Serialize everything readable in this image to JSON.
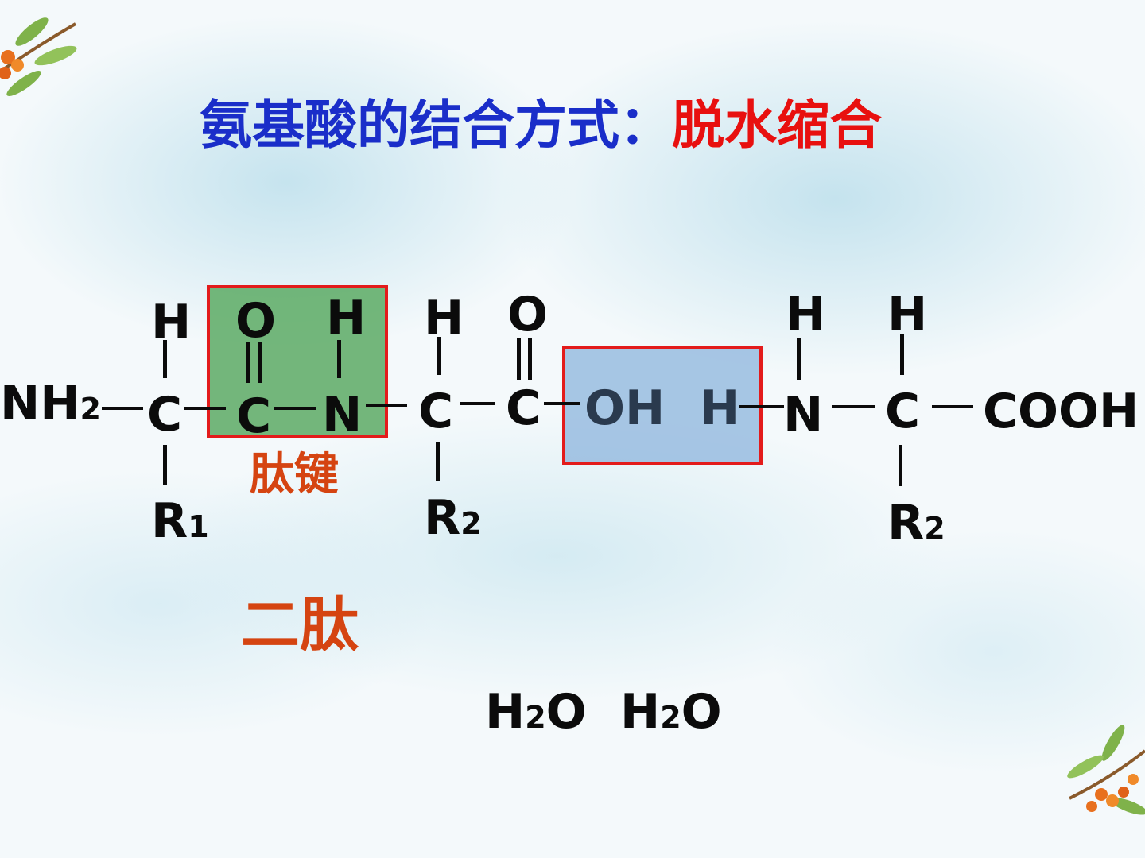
{
  "title": {
    "part1": "氨基酸的结合方式：",
    "part2": "脱水缩合"
  },
  "molecule": {
    "nh2": "NH",
    "nh2_sub": "2",
    "h1": "H",
    "c1": "C",
    "r1": "R",
    "r1_sub": "1",
    "o1": "O",
    "c2": "C",
    "h2": "H",
    "n1": "N",
    "h3": "H",
    "c3": "C",
    "r2a": "R",
    "r2a_sub": "2",
    "o2": "O",
    "c4": "C",
    "oh": "OH",
    "h_removed": "H",
    "h4": "H",
    "n2": "N",
    "h5": "H",
    "c5": "C",
    "r2b": "R",
    "r2b_sub": "2",
    "cooh": "COOH"
  },
  "labels": {
    "peptide_bond": "肽键",
    "dipeptide": "二肽",
    "water1": "H",
    "water1_sub": "2",
    "water1_o": "O",
    "water2": "H",
    "water2_sub": "2",
    "water2_o": "O"
  },
  "colors": {
    "title_blue": "#1a2ec9",
    "title_red": "#e8100f",
    "peptide_box": "#5caa64",
    "water_box": "#8cb4dc",
    "box_border": "#e31b1b",
    "label_red": "#d54411"
  }
}
